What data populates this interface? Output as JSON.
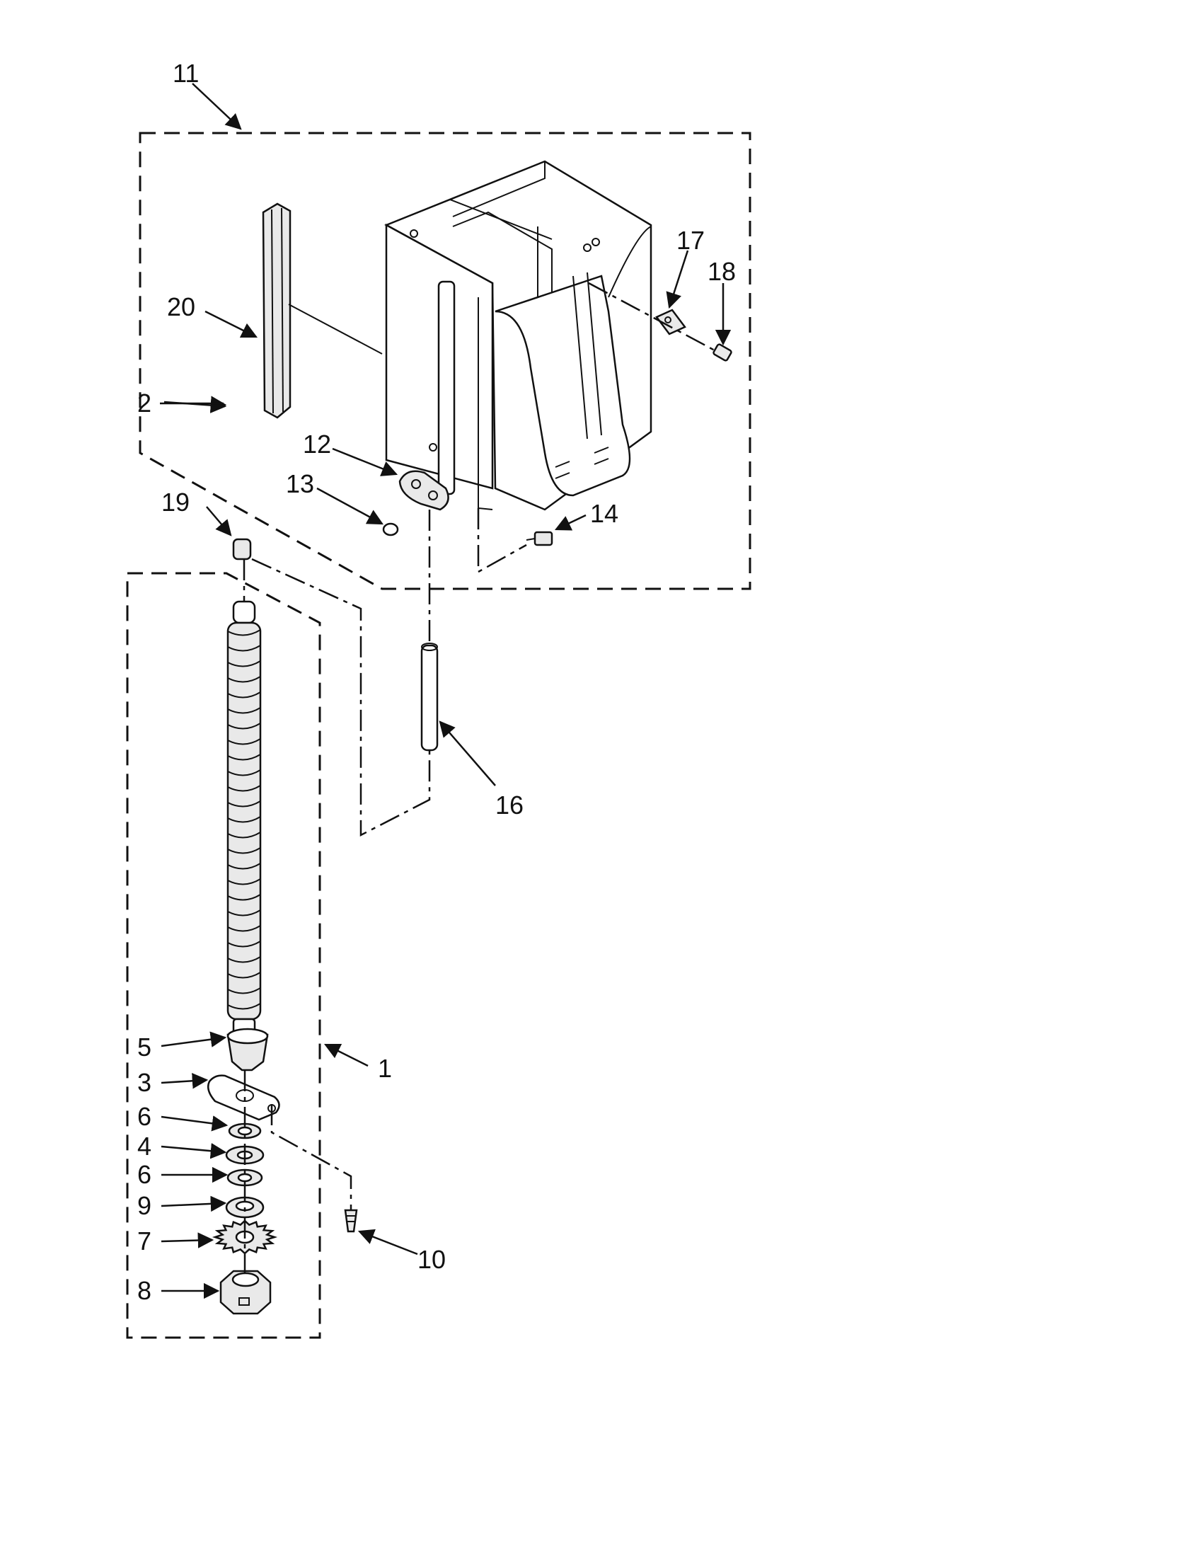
{
  "callouts": [
    {
      "id": "c11",
      "text": "11"
    },
    {
      "id": "c20",
      "text": "20"
    },
    {
      "id": "c17",
      "text": "17"
    },
    {
      "id": "c18",
      "text": "18"
    },
    {
      "id": "c12",
      "text": "12"
    },
    {
      "id": "c13",
      "text": "13"
    },
    {
      "id": "c14",
      "text": "14"
    },
    {
      "id": "c19",
      "text": "19"
    },
    {
      "id": "c2",
      "text": "2"
    },
    {
      "id": "c16",
      "text": "16"
    },
    {
      "id": "c1",
      "text": "1"
    },
    {
      "id": "c5",
      "text": "5"
    },
    {
      "id": "c3",
      "text": "3"
    },
    {
      "id": "c6a",
      "text": "6"
    },
    {
      "id": "c4",
      "text": "4"
    },
    {
      "id": "c6b",
      "text": "6"
    },
    {
      "id": "c9",
      "text": "9"
    },
    {
      "id": "c7",
      "text": "7"
    },
    {
      "id": "c10",
      "text": "10"
    },
    {
      "id": "c8",
      "text": "8"
    }
  ]
}
